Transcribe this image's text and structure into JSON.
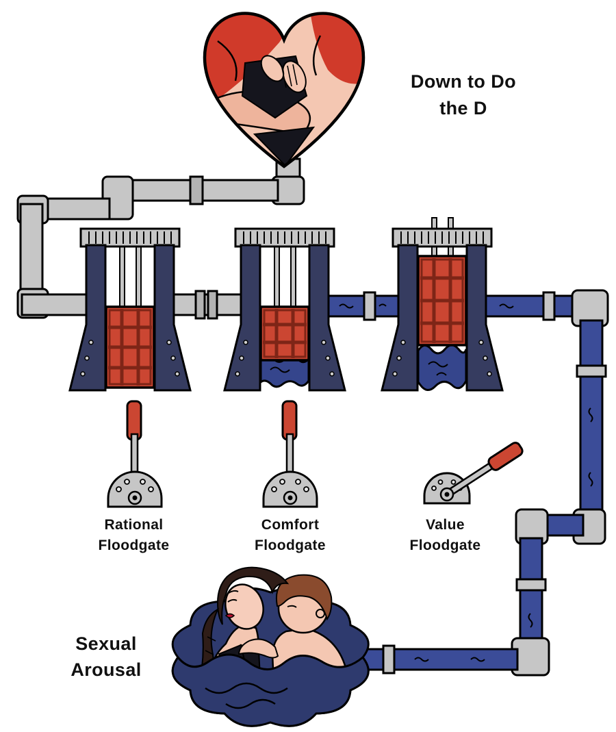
{
  "page": {
    "background": "#ffffff"
  },
  "title": {
    "line1": "Down to Do",
    "line2": "the D"
  },
  "floodgates": [
    {
      "id": "rational",
      "label_line1": "Rational",
      "label_line2": "Floodgate",
      "gate_state": "closed",
      "water_level": "none",
      "lever_state": "closed"
    },
    {
      "id": "comfort",
      "label_line1": "Comfort",
      "label_line2": "Floodgate",
      "gate_state": "closed",
      "water_level": "low",
      "lever_state": "closed"
    },
    {
      "id": "value",
      "label_line1": "Value",
      "label_line2": "Floodgate",
      "gate_state": "open",
      "water_level": "high",
      "lever_state": "open"
    }
  ],
  "source": {
    "line1": "Sexual",
    "line2": "Arousal"
  },
  "colors": {
    "gate_red": "#cb4632",
    "grid_dark_red": "#7e2517",
    "bright_red": "#d03a2a",
    "frame_navy": "#363c60",
    "water_blue": "#35458c",
    "pipe_blue": "#3b4c98",
    "pipe_gray": "#c6c6c6",
    "coupling_gray": "#b3b3b3",
    "skin": "#f4c7b2",
    "skin_deep": "#eeb49c",
    "hair_brown": "#8a4b2e",
    "hair_dark": "#2f1d18",
    "outline": "#000000"
  }
}
